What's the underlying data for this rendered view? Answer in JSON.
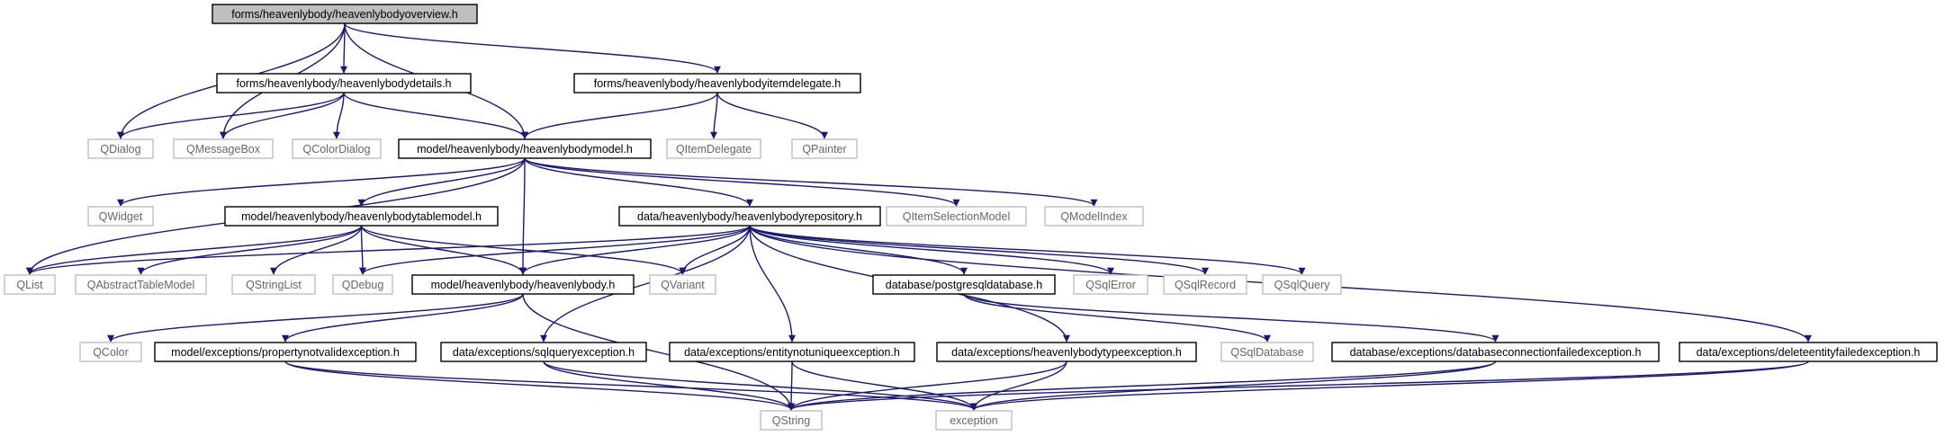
{
  "colors": {
    "root_fill": "#bfbfbf",
    "include_edge": "#191970",
    "local_border": "#000000",
    "external_border": "#bfbfbf",
    "external_text": "#666666"
  },
  "nodes": {
    "overview": "forms/heavenlybody/heavenlybodyoverview.h",
    "details": "forms/heavenlybody/heavenlybodydetails.h",
    "itemdelegate": "forms/heavenlybody/heavenlybodyitemdelegate.h",
    "qdialog": "QDialog",
    "qmessagebox": "QMessageBox",
    "qcolordialog": "QColorDialog",
    "model": "model/heavenlybody/heavenlybodymodel.h",
    "qitemdelegate": "QItemDelegate",
    "qpainter": "QPainter",
    "qwidget": "QWidget",
    "tablemodel": "model/heavenlybody/heavenlybodytablemodel.h",
    "repository": "data/heavenlybody/heavenlybodyrepository.h",
    "qitemselectionmodel": "QItemSelectionModel",
    "qmodelindex": "QModelIndex",
    "qlist": "QList",
    "qabstracttablemodel": "QAbstractTableModel",
    "qstringlist": "QStringList",
    "qdebug": "QDebug",
    "heavenlybody": "model/heavenlybody/heavenlybody.h",
    "qvariant": "QVariant",
    "postgresql": "database/postgresqldatabase.h",
    "qsqlerror": "QSqlError",
    "qsqlrecord": "QSqlRecord",
    "qsqlquery": "QSqlQuery",
    "qcolor": "QColor",
    "propertynotvalid": "model/exceptions/propertynotvalidexception.h",
    "sqlquery": "data/exceptions/sqlqueryexception.h",
    "entitynotunique": "data/exceptions/entitynotuniqueexception.h",
    "typeexception": "data/exceptions/heavenlybodytypeexception.h",
    "qsqldatabase": "QSqlDatabase",
    "dbconnfailed": "database/exceptions/databaseconnectionfailedexception.h",
    "deleteentity": "data/exceptions/deleteentityfailedexception.h",
    "qstring": "QString",
    "exception": "exception"
  }
}
